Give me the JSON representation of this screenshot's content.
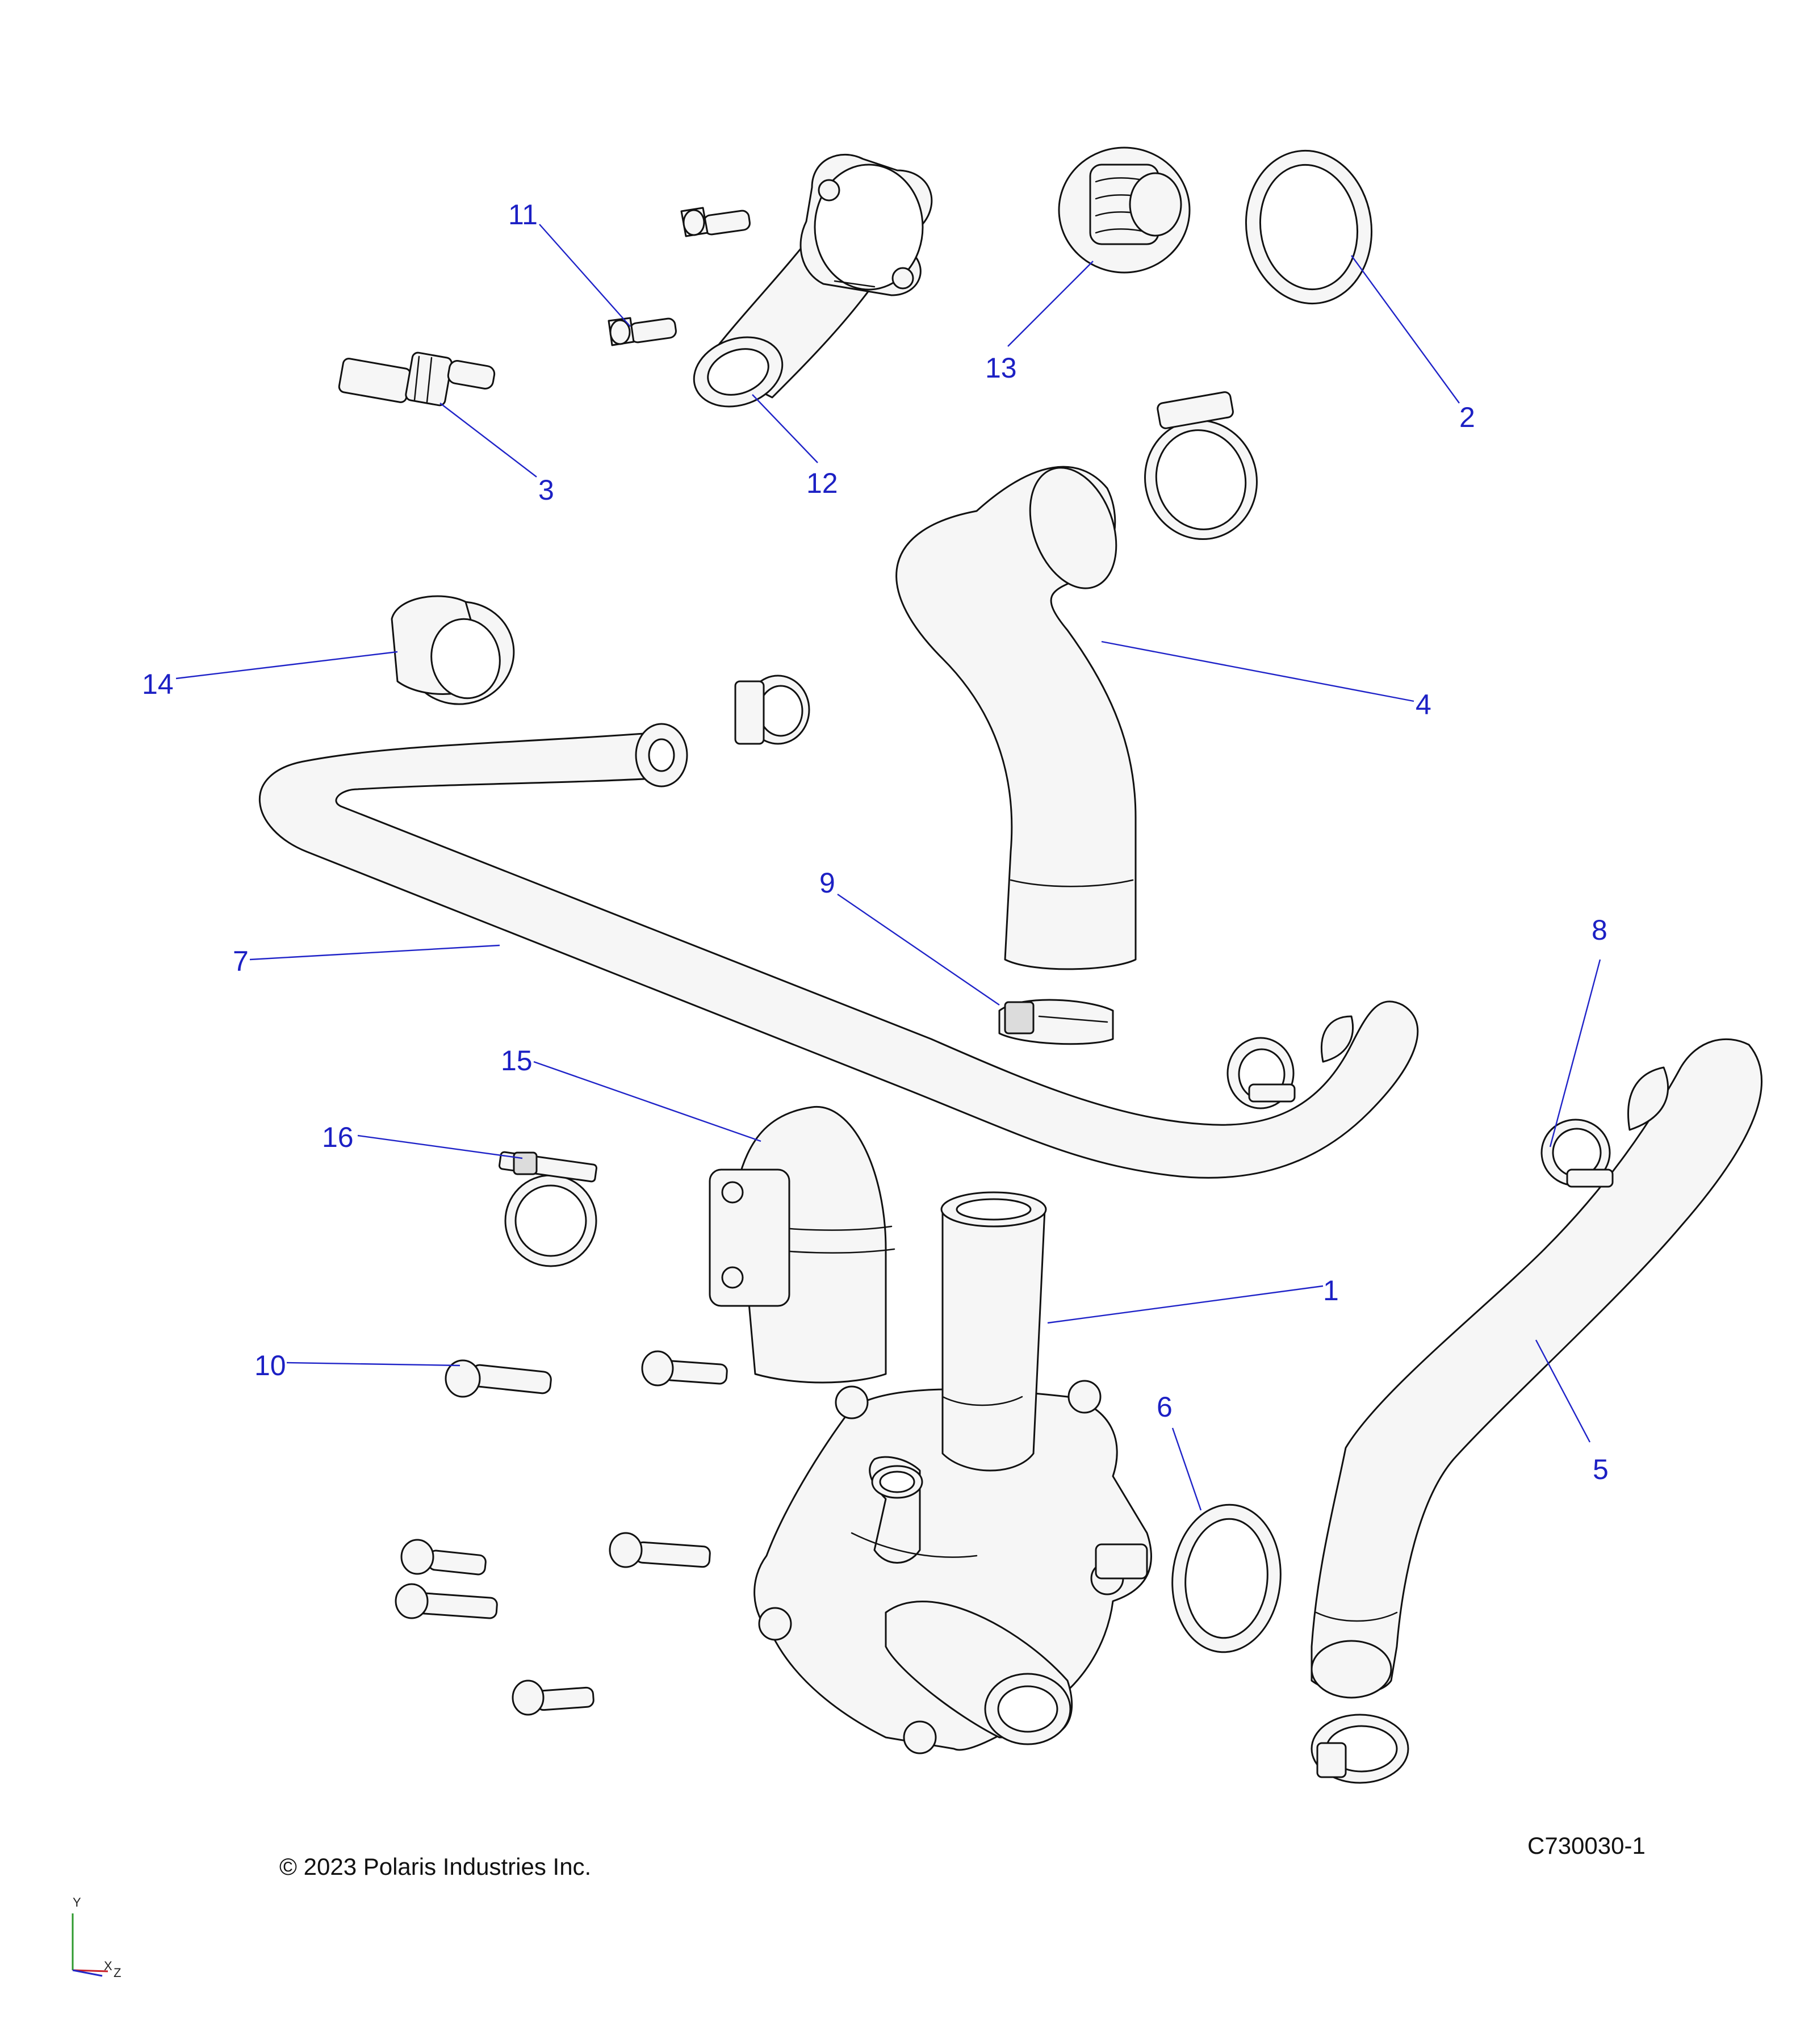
{
  "callouts": [
    {
      "id": "callout-1",
      "label": "1"
    },
    {
      "id": "callout-2",
      "label": "2"
    },
    {
      "id": "callout-3",
      "label": "3"
    },
    {
      "id": "callout-4",
      "label": "4"
    },
    {
      "id": "callout-5",
      "label": "5"
    },
    {
      "id": "callout-6",
      "label": "6"
    },
    {
      "id": "callout-7",
      "label": "7"
    },
    {
      "id": "callout-8",
      "label": "8"
    },
    {
      "id": "callout-9",
      "label": "9"
    },
    {
      "id": "callout-10",
      "label": "10"
    },
    {
      "id": "callout-11",
      "label": "11"
    },
    {
      "id": "callout-12",
      "label": "12"
    },
    {
      "id": "callout-13",
      "label": "13"
    },
    {
      "id": "callout-14",
      "label": "14"
    },
    {
      "id": "callout-15",
      "label": "15"
    },
    {
      "id": "callout-16",
      "label": "16"
    }
  ],
  "copyright": "© 2023 Polaris Industries Inc.",
  "drawing_number": "C730030-1",
  "axes": {
    "y": "Y",
    "x": "X",
    "z": "Z"
  },
  "colors": {
    "callout": "#1c20c4",
    "leader": "#1f23c8",
    "part_fill": "#f6f6f6",
    "outline": "#111111"
  }
}
